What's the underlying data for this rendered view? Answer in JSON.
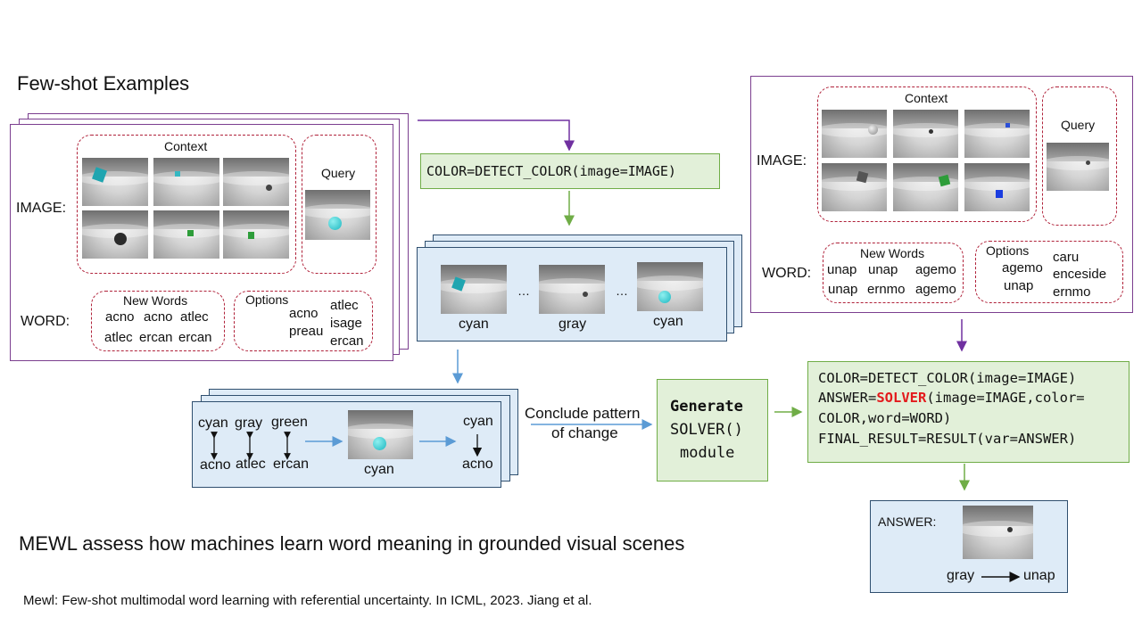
{
  "header": {
    "title": "Few-shot Examples"
  },
  "left_example": {
    "context_label": "Context",
    "query_label": "Query",
    "image_label": "IMAGE:",
    "word_label": "WORD:",
    "new_words_label": "New Words",
    "new_words": [
      "acno",
      "acno",
      "atlec",
      "atlec",
      "ercan",
      "ercan"
    ],
    "options_label": "Options",
    "options": [
      "acno",
      "preau",
      "atlec",
      "isage",
      "ercan"
    ]
  },
  "code_detect": "COLOR=DETECT_COLOR(image=IMAGE)",
  "detect_results": {
    "labels": [
      "cyan",
      "gray",
      "cyan"
    ],
    "ellipsis": "…"
  },
  "pattern": {
    "pairs": [
      {
        "top": "cyan",
        "bottom": "acno"
      },
      {
        "top": "gray",
        "bottom": "atlec"
      },
      {
        "top": "green",
        "bottom": "ercan"
      }
    ],
    "query_label": "cyan",
    "result_top": "cyan",
    "result_bottom": "acno"
  },
  "conclude_label_1": "Conclude pattern",
  "conclude_label_2": "of change",
  "generate": {
    "line1": "Generate",
    "line2": "SOLVER()",
    "line3": "module"
  },
  "right_example": {
    "context_label": "Context",
    "query_label": "Query",
    "image_label": "IMAGE:",
    "word_label": "WORD:",
    "new_words_label": "New Words",
    "new_words": [
      "unap",
      "unap",
      "agemo",
      "unap",
      "ernmo",
      "agemo"
    ],
    "options_label": "Options",
    "options_col1": [
      "agemo",
      "unap"
    ],
    "options_col2": [
      "caru",
      "enceside",
      "ernmo"
    ]
  },
  "program": {
    "line1": "COLOR=DETECT_COLOR(image=IMAGE)",
    "line2_prefix": "ANSWER=",
    "line2_solver": "SOLVER",
    "line2_suffix": "(image=IMAGE,color=",
    "line3": "COLOR,word=WORD)",
    "line4": "FINAL_RESULT=RESULT(var=ANSWER)",
    "solver_color": "#e31a1c"
  },
  "answer": {
    "label": "ANSWER:",
    "from": "gray",
    "to": "unap"
  },
  "footer": {
    "tagline": "MEWL assess how machines learn word meaning in grounded visual scenes",
    "citation": "Mewl: Few-shot multimodal word learning with referential uncertainty. In ICML, 2023. Jiang et al."
  },
  "colors": {
    "purple": "#7030a0",
    "green": "#70ad47",
    "blue": "#5b9bd5",
    "red_dash": "#b0223a"
  }
}
